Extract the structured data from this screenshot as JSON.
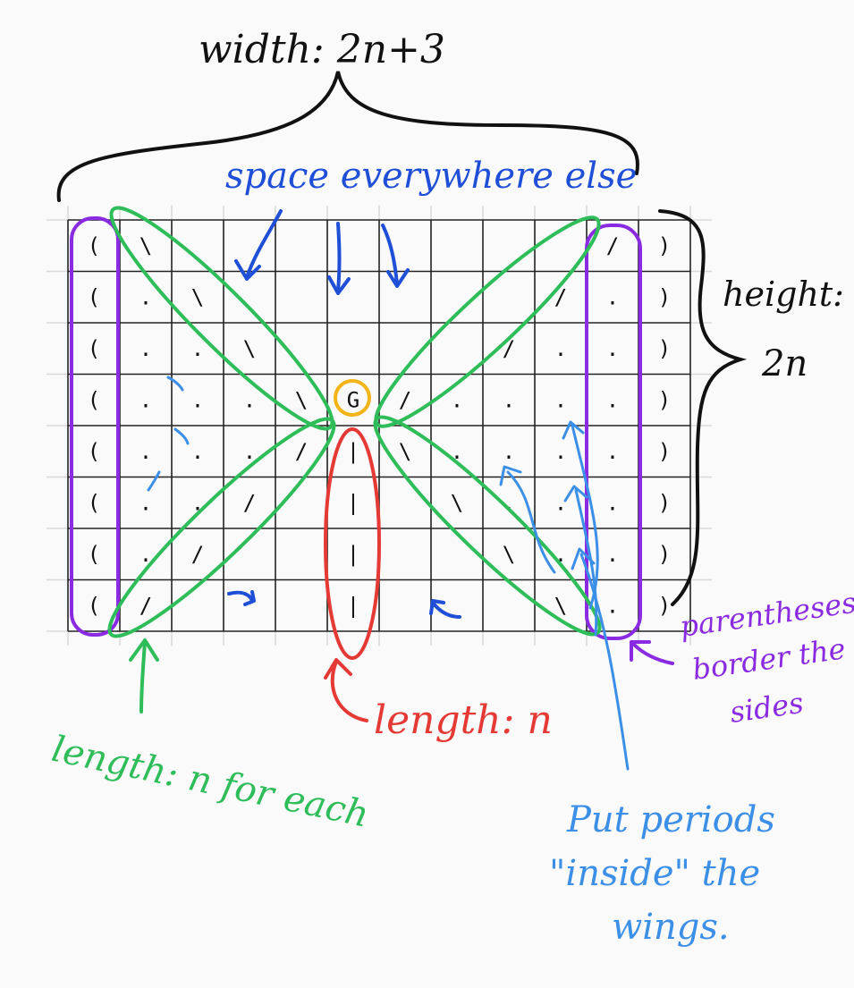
{
  "grid": {
    "rows": [
      [
        "(",
        "\\",
        " ",
        " ",
        " ",
        " ",
        " ",
        " ",
        " ",
        " ",
        "/",
        ")"
      ],
      [
        "(",
        ".",
        "\\",
        " ",
        " ",
        " ",
        " ",
        " ",
        " ",
        "/",
        ".",
        ")"
      ],
      [
        "(",
        ".",
        ".",
        "\\",
        " ",
        " ",
        " ",
        " ",
        "/",
        ".",
        ".",
        ")"
      ],
      [
        "(",
        ".",
        ".",
        ".",
        "\\",
        "G",
        "/",
        ".",
        ".",
        ".",
        ".",
        ")"
      ],
      [
        "(",
        ".",
        ".",
        ".",
        "/",
        "|",
        "\\",
        ".",
        ".",
        ".",
        ".",
        ")"
      ],
      [
        "(",
        ".",
        ".",
        "/",
        " ",
        "|",
        " ",
        "\\",
        ".",
        ".",
        ".",
        ")"
      ],
      [
        "(",
        ".",
        "/",
        " ",
        " ",
        "|",
        " ",
        " ",
        "\\",
        ".",
        ".",
        ")"
      ],
      [
        "(",
        "/",
        " ",
        " ",
        " ",
        "|",
        " ",
        " ",
        " ",
        "\\",
        ".",
        ")"
      ]
    ]
  },
  "labels": {
    "width": "width: 2n+3",
    "height_line1": "height:",
    "height_line2": "2n",
    "space": "space everywhere else",
    "green_length": "length: n for each",
    "red_length": "length: n",
    "purple_line1": "parentheses",
    "purple_line2": "border the",
    "purple_line3": "sides",
    "blue_line1": "Put periods",
    "blue_line2": "\"inside\" the",
    "blue_line3": "wings."
  },
  "colors": {
    "black": "#111111",
    "blue": "#1f4fd6",
    "light_blue": "#3b8fe6",
    "green": "#2ebd59",
    "red": "#e53935",
    "purple": "#8a2be2",
    "gold": "#f2b417",
    "grid_line": "#222222",
    "grid_faint": "#d9d9d9"
  }
}
